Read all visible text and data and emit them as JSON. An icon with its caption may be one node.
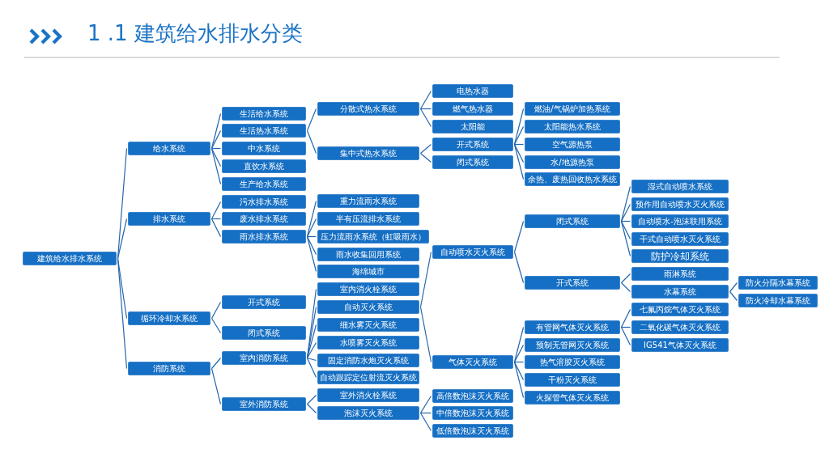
{
  "diagram": {
    "title": "1 .1 建筑给水排水分类",
    "nodes": [
      {
        "text": [
          "建筑给水排水系统"
        ]
      },
      {
        "text": [
          "给水系统"
        ]
      },
      {
        "text": [
          "生活给水系统"
        ]
      },
      {
        "text": [
          "生活热水系统"
        ]
      },
      {
        "text": [
          "分散式热水系统"
        ]
      },
      {
        "text": [
          "电热水器"
        ]
      },
      {
        "text": [
          "燃气热水器"
        ]
      },
      {
        "text": [
          "太阳能"
        ]
      },
      {
        "text": [
          "集中式热水系统"
        ]
      },
      {
        "text": [
          "开式系统"
        ]
      },
      {
        "text": [
          "燃油/气锅炉加热系统"
        ]
      },
      {
        "text": [
          "太阳能热水系统"
        ]
      },
      {
        "text": [
          "空气源热泵"
        ]
      },
      {
        "text": [
          "水/地源热泵"
        ]
      },
      {
        "text": [
          "余热、废热回收热水系统"
        ]
      },
      {
        "text": [
          "闭式系统"
        ]
      },
      {
        "text": [
          "中水系统"
        ]
      },
      {
        "text": [
          "直饮水系统"
        ]
      },
      {
        "text": [
          "生产给水系统"
        ]
      },
      {
        "text": [
          "排水系统"
        ]
      },
      {
        "text": [
          "污水排水系统"
        ]
      },
      {
        "text": [
          "废水排水系统"
        ]
      },
      {
        "text": [
          "雨水排水系统"
        ]
      },
      {
        "text": [
          "重力流雨水系统"
        ]
      },
      {
        "text": [
          "半有压流排水系统"
        ]
      },
      {
        "text": [
          "压力流雨水系统（虹吸雨水）"
        ]
      },
      {
        "text": [
          "雨水收集回用系统"
        ]
      },
      {
        "text": [
          "海绵城市"
        ]
      },
      {
        "text": [
          "循环冷却水系统"
        ]
      },
      {
        "text": [
          "开式系统"
        ]
      },
      {
        "text": [
          "闭式系统"
        ]
      },
      {
        "text": [
          "消防系统"
        ]
      },
      {
        "text": [
          "室内消防系统"
        ]
      },
      {
        "text": [
          "室内消火栓系统"
        ]
      },
      {
        "text": [
          "自动灭火系统"
        ]
      },
      {
        "text": [
          "自动喷水灭火系统"
        ]
      },
      {
        "text": [
          "闭式系统"
        ]
      },
      {
        "text": [
          "湿式自动喷水系统"
        ]
      },
      {
        "text": [
          "预作用自动喷水灭火系统"
        ]
      },
      {
        "text": [
          "自动喷水-泡沫联用系统"
        ]
      },
      {
        "text": [
          "干式自动喷水灭火系统"
        ]
      },
      {
        "text": [
          "防护冷却系统"
        ]
      },
      {
        "text": [
          "开式系统"
        ]
      },
      {
        "text": [
          "雨淋系统"
        ]
      },
      {
        "text": [
          "水幕系统"
        ]
      },
      {
        "text": [
          "防火分隔水幕系统"
        ]
      },
      {
        "text": [
          "防火冷却水幕系统"
        ]
      },
      {
        "text": [
          "气体灭火系统"
        ]
      },
      {
        "text": [
          "有管网气体灭火系统"
        ]
      },
      {
        "text": [
          "七氟丙烷气体灭火系统"
        ]
      },
      {
        "text": [
          "二氧化碳气体灭火系统"
        ]
      },
      {
        "text": [
          "IG541气体灭火系统"
        ]
      },
      {
        "text": [
          "预制无管网灭火系统"
        ]
      },
      {
        "text": [
          "热气溶胶灭火系统"
        ]
      },
      {
        "text": [
          "干粉灭火系统"
        ]
      },
      {
        "text": [
          "火探管气体灭火系统"
        ]
      },
      {
        "text": [
          "细水雾灭火系统"
        ]
      },
      {
        "text": [
          "水喷雾灭火系统"
        ]
      },
      {
        "text": [
          "固定消防水炮灭火系统"
        ]
      },
      {
        "text": [
          "自动跟踪定位射流灭火系统"
        ]
      },
      {
        "text": [
          "室外消防系统"
        ]
      },
      {
        "text": [
          "室外消火栓系统"
        ]
      },
      {
        "text": [
          "泡沫灭火系统"
        ]
      },
      {
        "text": [
          "高倍数泡沫灭火系统"
        ]
      },
      {
        "text": [
          "中倍数泡沫灭火系统"
        ]
      },
      {
        "text": [
          "低倍数泡沫灭火系统"
        ]
      }
    ],
    "edges": [
      {
        "from": 0,
        "to": 1,
        "arrow": "none"
      },
      {
        "from": 1,
        "to": 2,
        "arrow": "none"
      },
      {
        "from": 1,
        "to": 3,
        "arrow": "none"
      },
      {
        "from": 3,
        "to": 4,
        "arrow": "none"
      },
      {
        "from": 4,
        "to": 5,
        "arrow": "none"
      },
      {
        "from": 4,
        "to": 6,
        "arrow": "none"
      },
      {
        "from": 4,
        "to": 7,
        "arrow": "none"
      },
      {
        "from": 3,
        "to": 8,
        "arrow": "none"
      },
      {
        "from": 8,
        "to": 9,
        "arrow": "none"
      },
      {
        "from": 9,
        "to": 10,
        "arrow": "none"
      },
      {
        "from": 9,
        "to": 11,
        "arrow": "none"
      },
      {
        "from": 9,
        "to": 12,
        "arrow": "none"
      },
      {
        "from": 9,
        "to": 13,
        "arrow": "none"
      },
      {
        "from": 9,
        "to": 14,
        "arrow": "none"
      },
      {
        "from": 8,
        "to": 15,
        "arrow": "none"
      },
      {
        "from": 1,
        "to": 16,
        "arrow": "none"
      },
      {
        "from": 1,
        "to": 17,
        "arrow": "none"
      },
      {
        "from": 1,
        "to": 18,
        "arrow": "none"
      },
      {
        "from": 0,
        "to": 19,
        "arrow": "none"
      },
      {
        "from": 19,
        "to": 20,
        "arrow": "none"
      },
      {
        "from": 19,
        "to": 21,
        "arrow": "none"
      },
      {
        "from": 19,
        "to": 22,
        "arrow": "none"
      },
      {
        "from": 22,
        "to": 23,
        "arrow": "none"
      },
      {
        "from": 22,
        "to": 24,
        "arrow": "none"
      },
      {
        "from": 22,
        "to": 25,
        "arrow": "none"
      },
      {
        "from": 22,
        "to": 26,
        "arrow": "none"
      },
      {
        "from": 22,
        "to": 27,
        "arrow": "none"
      },
      {
        "from": 0,
        "to": 28,
        "arrow": "none"
      },
      {
        "from": 28,
        "to": 29,
        "arrow": "none"
      },
      {
        "from": 28,
        "to": 30,
        "arrow": "none"
      },
      {
        "from": 0,
        "to": 31,
        "arrow": "none"
      },
      {
        "from": 31,
        "to": 32,
        "arrow": "none"
      },
      {
        "from": 32,
        "to": 33,
        "arrow": "none"
      },
      {
        "from": 32,
        "to": 34,
        "arrow": "none"
      },
      {
        "from": 34,
        "to": 35,
        "arrow": "none"
      },
      {
        "from": 35,
        "to": 36,
        "arrow": "none"
      },
      {
        "from": 36,
        "to": 37,
        "arrow": "none"
      },
      {
        "from": 36,
        "to": 38,
        "arrow": "none"
      },
      {
        "from": 36,
        "to": 39,
        "arrow": "none"
      },
      {
        "from": 36,
        "to": 40,
        "arrow": "none"
      },
      {
        "from": 36,
        "to": 41,
        "arrow": "none"
      },
      {
        "from": 35,
        "to": 42,
        "arrow": "none"
      },
      {
        "from": 42,
        "to": 43,
        "arrow": "none"
      },
      {
        "from": 42,
        "to": 44,
        "arrow": "none"
      },
      {
        "from": 44,
        "to": 45,
        "arrow": "none"
      },
      {
        "from": 44,
        "to": 46,
        "arrow": "none"
      },
      {
        "from": 34,
        "to": 47,
        "arrow": "none"
      },
      {
        "from": 47,
        "to": 48,
        "arrow": "none"
      },
      {
        "from": 48,
        "to": 49,
        "arrow": "none"
      },
      {
        "from": 48,
        "to": 50,
        "arrow": "none"
      },
      {
        "from": 48,
        "to": 51,
        "arrow": "none"
      },
      {
        "from": 47,
        "to": 52,
        "arrow": "none"
      },
      {
        "from": 47,
        "to": 53,
        "arrow": "none"
      },
      {
        "from": 47,
        "to": 54,
        "arrow": "none"
      },
      {
        "from": 47,
        "to": 55,
        "arrow": "none"
      },
      {
        "from": 32,
        "to": 56,
        "arrow": "none"
      },
      {
        "from": 32,
        "to": 57,
        "arrow": "none"
      },
      {
        "from": 32,
        "to": 58,
        "arrow": "none"
      },
      {
        "from": 32,
        "to": 59,
        "arrow": "none"
      },
      {
        "from": 31,
        "to": 60,
        "arrow": "none"
      },
      {
        "from": 60,
        "to": 61,
        "arrow": "none"
      },
      {
        "from": 60,
        "to": 62,
        "arrow": "none"
      },
      {
        "from": 62,
        "to": 63,
        "arrow": "none"
      },
      {
        "from": 62,
        "to": 64,
        "arrow": "none"
      },
      {
        "from": 62,
        "to": 65,
        "arrow": "none"
      }
    ]
  }
}
